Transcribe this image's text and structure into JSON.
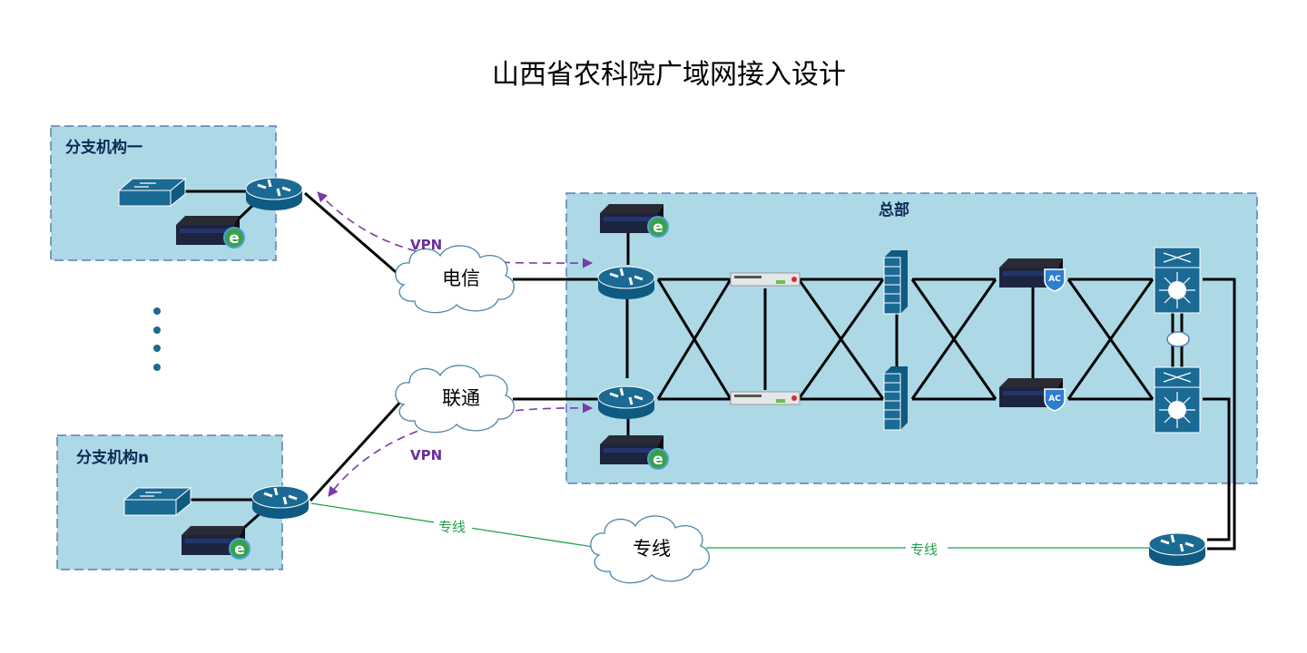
{
  "title": "山西省农科院广域网接入设计",
  "zones": {
    "branch1": "分支机构一",
    "branchn": "分支机构n",
    "hq": "总部"
  },
  "clouds": {
    "telecom": "电信",
    "unicom": "联通",
    "leased": "专线"
  },
  "links": {
    "vpn_top": "VPN",
    "vpn_bottom": "VPN",
    "leased_left": "专线",
    "leased_right": "专线"
  },
  "ellipsis": "⋮",
  "colors": {
    "zone_fill": "#add8e6",
    "zone_border": "#5b7fb5",
    "device": "#1a6a94",
    "vpn": "#7a3aa8",
    "leased": "#1ea34a"
  }
}
